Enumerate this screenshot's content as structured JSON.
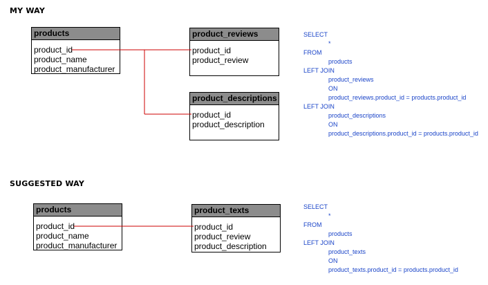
{
  "my_way": {
    "title": "MY WAY",
    "tables": {
      "products": {
        "name": "products",
        "fields": [
          "product_id",
          "product_name",
          "product_manufacturer"
        ]
      },
      "product_reviews": {
        "name": "product_reviews",
        "fields": [
          "product_id",
          "product_review"
        ]
      },
      "product_descriptions": {
        "name": "product_descriptions",
        "fields": [
          "product_id",
          "product_description"
        ]
      }
    },
    "sql": [
      "SELECT",
      "*",
      "FROM",
      "products",
      "LEFT JOIN",
      "product_reviews",
      "ON",
      "product_reviews.product_id = products.product_id",
      "LEFT JOIN",
      "product_descriptions",
      "ON",
      "product_descriptions.product_id = products.product_id"
    ]
  },
  "suggested_way": {
    "title": "SUGGESTED WAY",
    "tables": {
      "products": {
        "name": "products",
        "fields": [
          "product_id",
          "product_name",
          "product_manufacturer"
        ]
      },
      "product_texts": {
        "name": "product_texts",
        "fields": [
          "product_id",
          "product_review",
          "product_description"
        ]
      }
    },
    "sql": [
      "SELECT",
      "*",
      "FROM",
      "products",
      "LEFT JOIN",
      "product_texts",
      "ON",
      "product_texts.product_id = products.product_id"
    ]
  },
  "colors": {
    "connector": "#cc0000",
    "sql_text": "#1a44c8",
    "table_header_bg": "#8c8c8c"
  }
}
